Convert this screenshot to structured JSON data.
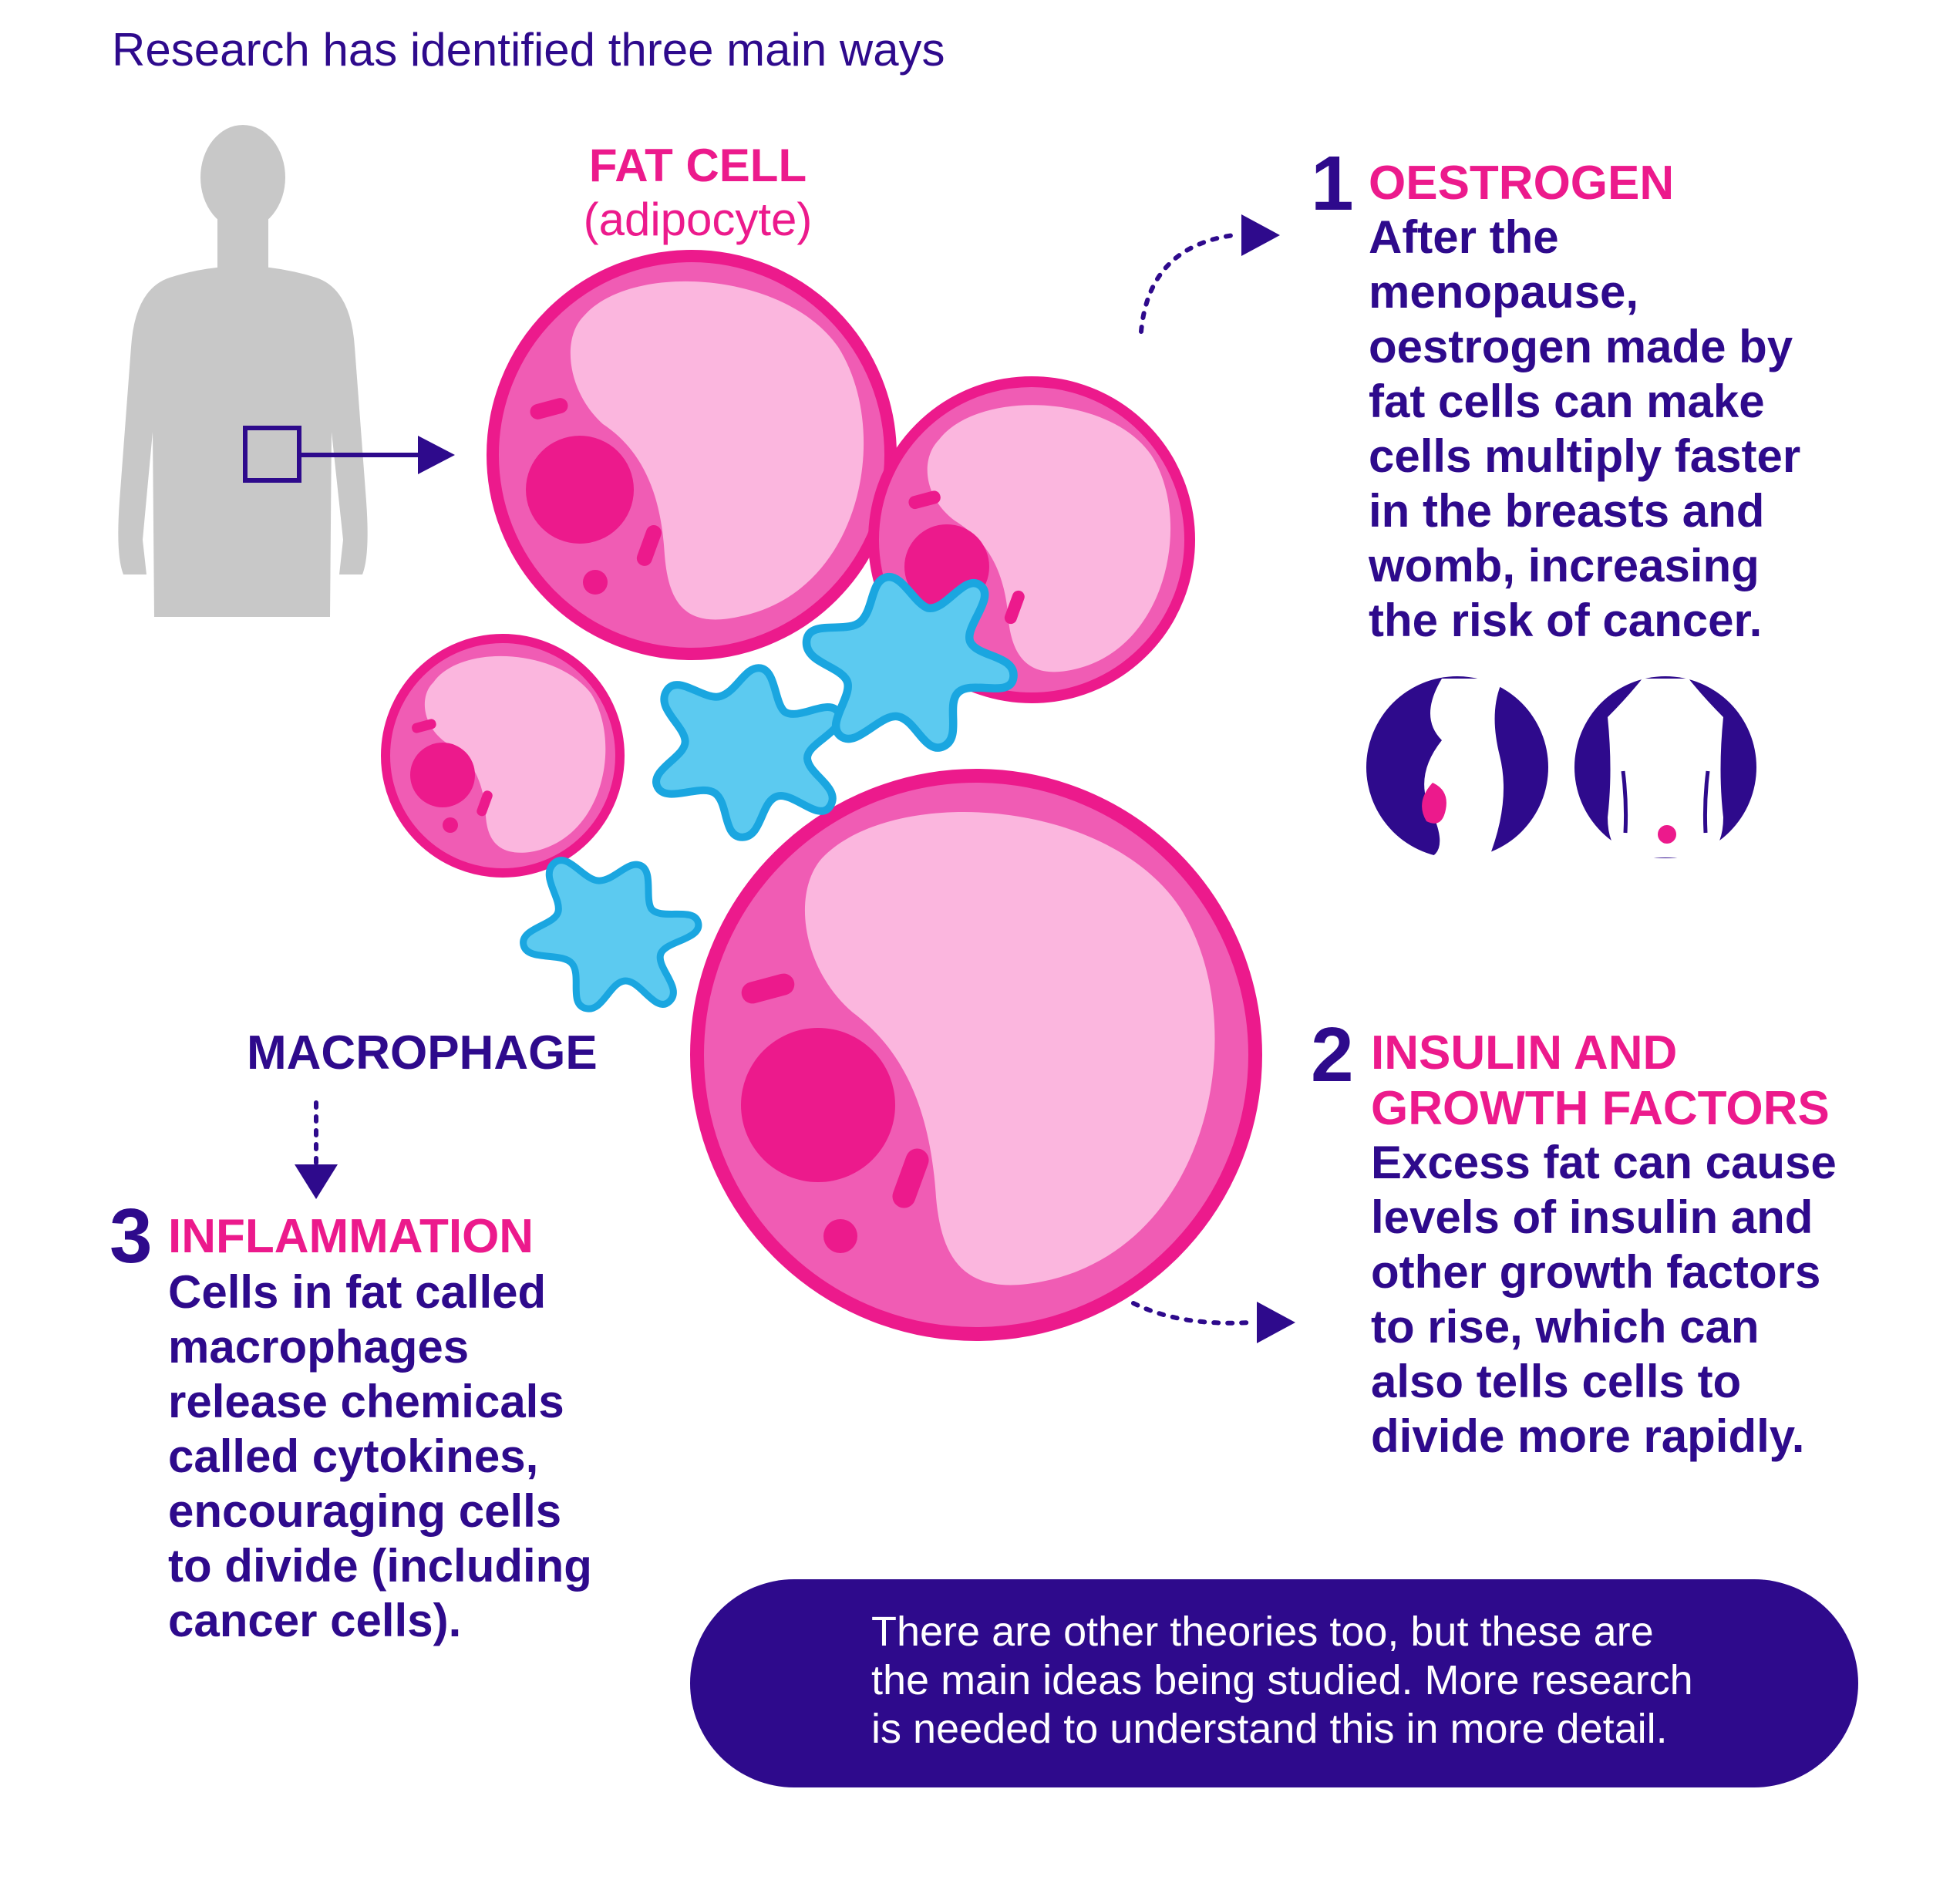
{
  "intro": "Research has identified three main ways",
  "fat_cell_label": {
    "line1": "FAT CELL",
    "line2": "(adipocyte)"
  },
  "macrophage_label": "MACROPHAGE",
  "sections": [
    {
      "number": "1",
      "title": "OESTROGEN",
      "title_lines": [
        "OESTROGEN"
      ],
      "body_lines": [
        "After the",
        "menopause,",
        "oestrogen made by",
        "fat cells can make",
        "cells multiply faster",
        "in the breasts and",
        "womb, increasing",
        "the risk of cancer."
      ]
    },
    {
      "number": "2",
      "title_lines": [
        "INSULIN AND",
        "GROWTH FACTORS"
      ],
      "body_lines": [
        "Excess fat can cause",
        "levels of insulin and",
        "other growth factors",
        "to rise, which can",
        "also tells cells to",
        "divide more rapidly."
      ]
    },
    {
      "number": "3",
      "title_lines": [
        "INFLAMMATION"
      ],
      "body_lines": [
        "Cells in fat called",
        "macrophages",
        "release chemicals",
        "called cytokines,",
        "encouraging cells",
        "to divide (including",
        "cancer cells)."
      ]
    }
  ],
  "note_lines": [
    "There are other theories too, but these are",
    "the main ideas being studied. More research",
    "is needed to understand this in more detail."
  ],
  "icons": [
    "body-silhouette-icon",
    "fat-cell-icon",
    "macrophage-icon",
    "breast-icon",
    "womb-icon",
    "microscope-icon",
    "arrow-icon"
  ],
  "colors": {
    "navy": "#2e0a8c",
    "magenta": "#ec1a8c",
    "pink": "#f05cb4",
    "light_pink": "#fbb6de",
    "cyan": "#5ccaf0",
    "cyan_stroke": "#1aa6e0",
    "grey": "#c8c8c8"
  }
}
